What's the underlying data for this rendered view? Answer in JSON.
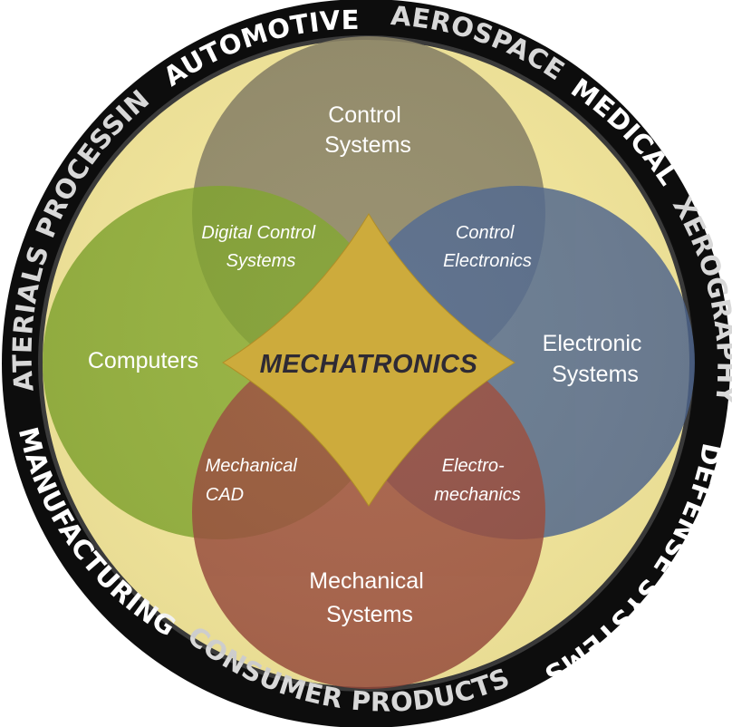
{
  "colors": {
    "ring": "#0d0d0d",
    "ring_text_light": "#ffffff",
    "ring_text_dark": "#d8d8d8",
    "inner_fill": "#f6e99c",
    "control": "#8c8467",
    "computers": "#7fa52a",
    "electronic": "#4e6690",
    "mechanical": "#9a4a3c",
    "center": "#cdab3c"
  },
  "ring": {
    "segments": [
      {
        "key": "automotive",
        "label": "AUTOMOTIVE"
      },
      {
        "key": "aerospace",
        "label": "AEROSPACE"
      },
      {
        "key": "medical",
        "label": "MEDICAL"
      },
      {
        "key": "xerography",
        "label": "XEROGRAPHY"
      },
      {
        "key": "defense",
        "label": "DEFENSE SYSTEMS"
      },
      {
        "key": "consumer",
        "label": "CONSUMER PRODUCTS"
      },
      {
        "key": "manufacturing",
        "label": "MANUFACTURING"
      },
      {
        "key": "materials",
        "label": "MATERIALS PROCESSING"
      }
    ]
  },
  "circles": {
    "control": {
      "line1": "Control",
      "line2": "Systems"
    },
    "computers": {
      "line1": "Computers"
    },
    "electronic": {
      "line1": "Electronic",
      "line2": "Systems"
    },
    "mechanical": {
      "line1": "Mechanical",
      "line2": "Systems"
    }
  },
  "overlaps": {
    "digital_control": {
      "line1": "Digital Control",
      "line2": "Systems"
    },
    "control_electronics": {
      "line1": "Control",
      "line2": "Electronics"
    },
    "mechanical_cad": {
      "line1": "Mechanical",
      "line2": "CAD"
    },
    "electromechanics": {
      "line1": "Electro-",
      "line2": "mechanics"
    }
  },
  "center": {
    "label": "MECHATRONICS"
  }
}
